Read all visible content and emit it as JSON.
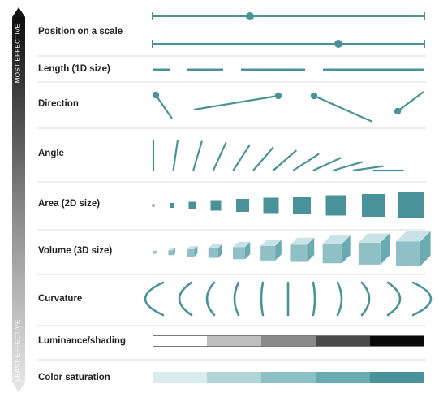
{
  "axis": {
    "top_label": "MOST EFFECTIVE",
    "bottom_label": "LEAST EFFECTIVE"
  },
  "channels": [
    {
      "id": "position",
      "label": "Position on a scale"
    },
    {
      "id": "length",
      "label": "Length (1D size)"
    },
    {
      "id": "direction",
      "label": "Direction"
    },
    {
      "id": "angle",
      "label": "Angle"
    },
    {
      "id": "area",
      "label": "Area (2D size)"
    },
    {
      "id": "volume",
      "label": "Volume (3D size)"
    },
    {
      "id": "curvature",
      "label": "Curvature"
    },
    {
      "id": "luminance",
      "label": "Luminance/shading"
    },
    {
      "id": "saturation",
      "label": "Color saturation"
    }
  ],
  "colors": {
    "accent": "#4a929a",
    "divider": "#d9d9d9",
    "label_text": "#222222",
    "luminance_steps": [
      "#ffffff",
      "#bdbdbd",
      "#8a8a8a",
      "#4a4a4a",
      "#0a0a0a"
    ],
    "saturation_steps": [
      "#d9ebec",
      "#b0d4d7",
      "#8cc0c5",
      "#6aaab1",
      "#4a929a"
    ]
  }
}
